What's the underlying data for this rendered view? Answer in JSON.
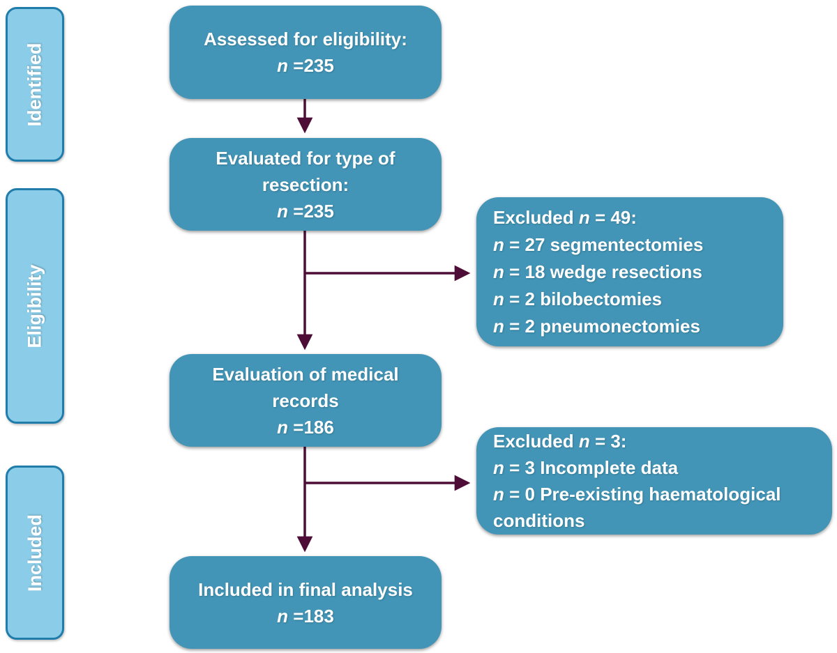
{
  "colors": {
    "background": "#ffffff",
    "box_fill": "#4295b7",
    "box_text": "#ffffff",
    "sidebar_fill": "#8bcde9",
    "sidebar_border": "#1f7cab",
    "arrow": "#4e0d36"
  },
  "sidebar": {
    "items": [
      {
        "label": "Identified"
      },
      {
        "label": "Eligibility"
      },
      {
        "label": "Included"
      }
    ]
  },
  "flow": {
    "main_boxes": [
      {
        "title": "Assessed for eligibility:",
        "n": "n",
        "count": " =235"
      },
      {
        "title": "Evaluated for type of resection:",
        "n": "n",
        "count": " =235"
      },
      {
        "title": "Evaluation of medical records",
        "n": "n",
        "count": " =186"
      },
      {
        "title": "Included in final analysis",
        "n": "n",
        "count": " =183"
      }
    ],
    "exclusion_boxes": [
      {
        "lines": [
          {
            "prefix": "Excluded ",
            "n": "n",
            "rest": " = 49:"
          },
          {
            "prefix": "",
            "n": "n",
            "rest": " = 27 segmentectomies"
          },
          {
            "prefix": "",
            "n": "n",
            "rest": " = 18 wedge resections"
          },
          {
            "prefix": "",
            "n": "n",
            "rest": " = 2 bilobectomies"
          },
          {
            "prefix": "",
            "n": "n",
            "rest": " = 2 pneumonectomies"
          }
        ]
      },
      {
        "lines": [
          {
            "prefix": "Excluded ",
            "n": "n",
            "rest": " = 3:"
          },
          {
            "prefix": "",
            "n": "n",
            "rest": " = 3 Incomplete data"
          },
          {
            "prefix": "",
            "n": "n",
            "rest": " = 0 Pre-existing haematological conditions"
          }
        ]
      }
    ]
  }
}
